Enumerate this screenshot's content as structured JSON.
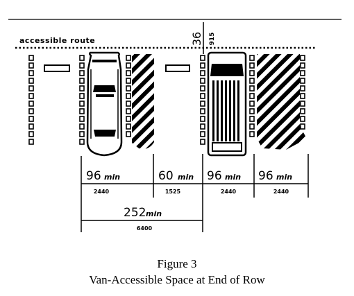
{
  "route_label": "accessible route",
  "dims": {
    "top_in": "36",
    "top_mm": "915",
    "car_in": "96",
    "car_mm": "2440",
    "aisle_car_in": "60",
    "aisle_car_mm": "1525",
    "van_in": "96",
    "van_mm": "2440",
    "aisle_van_in": "96",
    "aisle_van_mm": "2440",
    "total_in": "252",
    "total_mm": "6400",
    "min_word": "min"
  },
  "figure": {
    "number": "Figure 3",
    "title": "Van-Accessible Space at End of Row"
  },
  "colors": {
    "ink": "#000000",
    "paper": "#ffffff"
  }
}
